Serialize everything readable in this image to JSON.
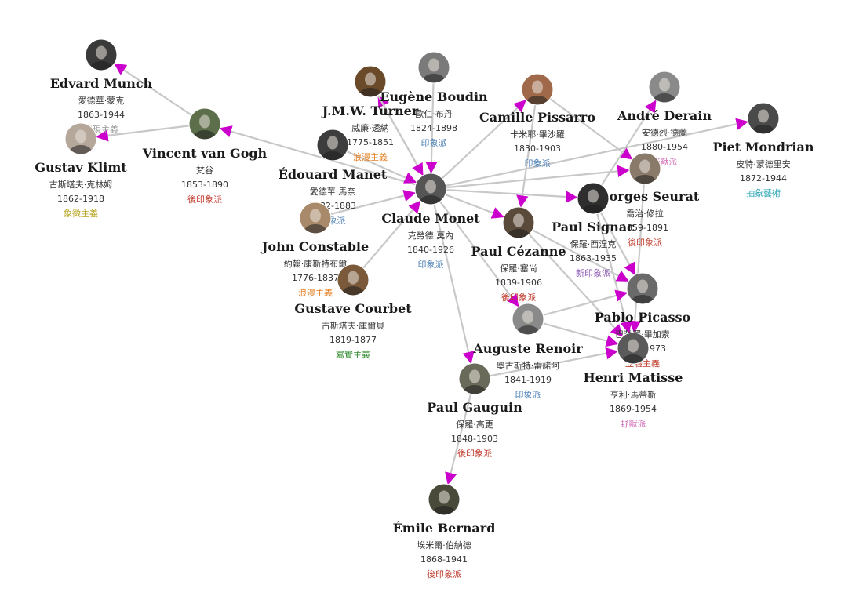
{
  "colors": {
    "edge": "#c8c8c8",
    "arrow": "#cc00cc",
    "印象派": "#4a7fb5",
    "後印象派": "#c0392b",
    "浪漫主義": "#e67e22",
    "寫實主義": "#2e8b2e",
    "象徵主義": "#b5a21c",
    "表現主義": "#999999",
    "新印象派": "#8e5bb5",
    "野獸派": "#d16bb5",
    "立體主義": "#c0392b",
    "抽象藝術": "#20a0b0"
  },
  "nodes": [
    {
      "id": "munch",
      "name": "Edvard Munch",
      "zh": "愛德華·蒙克",
      "years": "1863-1944",
      "movement": "表現主義",
      "photo": "#3a3a3a"
    },
    {
      "id": "klimt",
      "name": "Gustav Klimt",
      "zh": "古斯塔夫·克林姆",
      "years": "1862-1918",
      "movement": "象徵主義",
      "photo": "#b5a79a"
    },
    {
      "id": "vangogh",
      "name": "Vincent van Gogh",
      "zh": "梵谷",
      "years": "1853-1890",
      "movement": "後印象派",
      "photo": "#5c6e4a"
    },
    {
      "id": "turner",
      "name": "J.M.W. Turner",
      "zh": "威廉·透納",
      "years": "1775-1851",
      "movement": "浪漫主義",
      "photo": "#6b4a2a"
    },
    {
      "id": "boudin",
      "name": "Eugène Boudin",
      "zh": "歐仁·布丹",
      "years": "1824-1898",
      "movement": "印象派",
      "photo": "#7a7a7a"
    },
    {
      "id": "pissarro",
      "name": "Camille Pissarro",
      "zh": "卡米耶·畢沙羅",
      "years": "1830-1903",
      "movement": "印象派",
      "photo": "#a06a4a"
    },
    {
      "id": "derain",
      "name": "André Derain",
      "zh": "安德烈·德蘭",
      "years": "1880-1954",
      "movement": "野獸派",
      "photo": "#8a8a8a"
    },
    {
      "id": "mondrian",
      "name": "Piet Mondrian",
      "zh": "皮特·蒙德里安",
      "years": "1872-1944",
      "movement": "抽象藝術",
      "photo": "#4a4a4a"
    },
    {
      "id": "manet",
      "name": "Édouard Manet",
      "zh": "愛德華·馬奈",
      "years": "1832-1883",
      "movement": "印象派",
      "photo": "#3d3d3d"
    },
    {
      "id": "monet",
      "name": "Claude Monet",
      "zh": "克勞德·莫內",
      "years": "1840-1926",
      "movement": "印象派",
      "photo": "#555555"
    },
    {
      "id": "seurat",
      "name": "Georges Seurat",
      "zh": "喬治·修拉",
      "years": "1859-1891",
      "movement": "後印象派",
      "photo": "#8a7a6a"
    },
    {
      "id": "signac",
      "name": "Paul Signac",
      "zh": "保羅·西涅克",
      "years": "1863-1935",
      "movement": "新印象派",
      "photo": "#2e2e2e"
    },
    {
      "id": "constable",
      "name": "John Constable",
      "zh": "約翰·康斯特布爾",
      "years": "1776-1837",
      "movement": "浪漫主義",
      "photo": "#a88a6a"
    },
    {
      "id": "cezanne",
      "name": "Paul Cézanne",
      "zh": "保羅·塞尚",
      "years": "1839-1906",
      "movement": "後印象派",
      "photo": "#5a4a3a"
    },
    {
      "id": "courbet",
      "name": "Gustave Courbet",
      "zh": "古斯塔夫·庫爾貝",
      "years": "1819-1877",
      "movement": "寫實主義",
      "photo": "#7a5a3a"
    },
    {
      "id": "picasso",
      "name": "Pablo Picasso",
      "zh": "巴勃羅·畢加索",
      "years": "1881-1973",
      "movement": "立體主義",
      "photo": "#6a6a6a"
    },
    {
      "id": "renoir",
      "name": "Auguste Renoir",
      "zh": "奧古斯特·雷諾阿",
      "years": "1841-1919",
      "movement": "印象派",
      "photo": "#8a8a8a"
    },
    {
      "id": "matisse",
      "name": "Henri Matisse",
      "zh": "亨利·馬蒂斯",
      "years": "1869-1954",
      "movement": "野獸派",
      "photo": "#5a5a5a"
    },
    {
      "id": "gauguin",
      "name": "Paul Gauguin",
      "zh": "保羅·高更",
      "years": "1848-1903",
      "movement": "後印象派",
      "photo": "#6a6a5a"
    },
    {
      "id": "bernard",
      "name": "Émile Bernard",
      "zh": "埃米爾·伯納德",
      "years": "1868-1941",
      "movement": "後印象派",
      "photo": "#4a4a3a"
    }
  ],
  "edges": [
    [
      "vangogh",
      "munch"
    ],
    [
      "vangogh",
      "klimt"
    ],
    [
      "monet",
      "vangogh"
    ],
    [
      "monet",
      "turner"
    ],
    [
      "boudin",
      "monet"
    ],
    [
      "turner",
      "monet"
    ],
    [
      "monet",
      "pissarro"
    ],
    [
      "manet",
      "monet"
    ],
    [
      "constable",
      "monet"
    ],
    [
      "courbet",
      "monet"
    ],
    [
      "monet",
      "cezanne"
    ],
    [
      "monet",
      "signac"
    ],
    [
      "monet",
      "seurat"
    ],
    [
      "monet",
      "mondrian"
    ],
    [
      "monet",
      "renoir"
    ],
    [
      "pissarro",
      "cezanne"
    ],
    [
      "pissarro",
      "seurat"
    ],
    [
      "signac",
      "derain"
    ],
    [
      "signac",
      "matisse"
    ],
    [
      "cezanne",
      "picasso"
    ],
    [
      "cezanne",
      "matisse"
    ],
    [
      "renoir",
      "picasso"
    ],
    [
      "renoir",
      "matisse"
    ],
    [
      "seurat",
      "matisse"
    ],
    [
      "signac",
      "picasso"
    ],
    [
      "gauguin",
      "matisse"
    ],
    [
      "gauguin",
      "bernard"
    ],
    [
      "monet",
      "gauguin"
    ]
  ]
}
